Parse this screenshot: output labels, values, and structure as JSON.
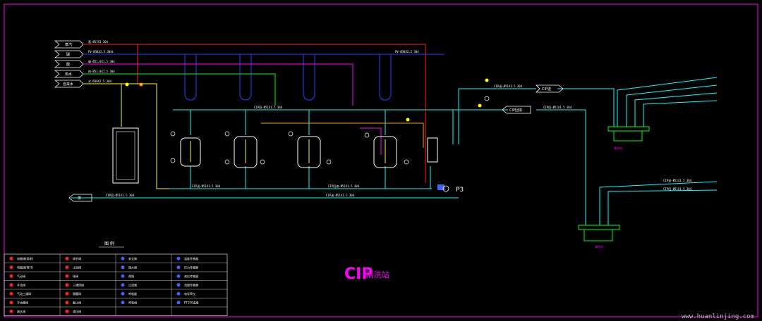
{
  "title": {
    "main": "CIP",
    "sub": "清洗站"
  },
  "legend": {
    "heading": "图 例"
  },
  "inlets": [
    {
      "label": "蒸汽",
      "color": "#ff2020"
    },
    {
      "label": "碱",
      "color": "#2040ff"
    },
    {
      "label": "酸",
      "color": "#ff00ff"
    },
    {
      "label": "热水",
      "color": "#00ff00"
    },
    {
      "label": "自来水",
      "color": "#ffff00"
    }
  ],
  "pipe_labels": {
    "p1": "蒸-Ø57X3 304",
    "p2": "PV-Ø38X2.5 304L",
    "p3": "碱-Ø51.0X1.5 304",
    "p4": "热-Ø51.0X1.5 304",
    "p5": "水-Ø38X2.5 304",
    "p6": "CIP回-Ø51X1.5 304",
    "p7": "CIP送-Ø51X1.5 304",
    "p8": "CIP回液-Ø51X1.5 304",
    "p9": "CIP回-Ø51X1.5 304",
    "p10": "CIP送-Ø51X1.5 304",
    "p11": "CIP送-Ø51X1.5 304",
    "p12": "CIP回-Ø51X1.5 304",
    "p13": "PV-Ø38X2.5 304",
    "p14": "CIP送-Ø51X1.5 304",
    "p15": "CIP回-Ø51X1.5 304"
  },
  "pump_label": "P3",
  "arrow_labels": {
    "out": "排",
    "cip_send": "CIP送",
    "cip_return": "CIP回液"
  },
  "station_labels": {
    "a": "清洗站",
    "b": "清洗站"
  },
  "legend_rows": [
    [
      "电磁阀(常闭)",
      "调节阀",
      "安全阀",
      "温度传感器"
    ],
    [
      "电磁阀(常开)",
      "止回阀",
      "疏水阀",
      "压力传感器"
    ],
    [
      "气动阀",
      "球阀",
      "视镜",
      "液位传感器"
    ],
    [
      "手动阀",
      "三通球阀",
      "过滤器",
      "流量传感器"
    ],
    [
      "气动三通阀",
      "隔膜阀",
      "呼吸器",
      "电导率仪"
    ],
    [
      "手动蝶阀",
      "截止阀",
      "呼吸阀",
      "PT100温度"
    ],
    [
      "疏水阀",
      "减压阀",
      "",
      ""
    ]
  ],
  "watermark": "www.huanlinjing.com"
}
